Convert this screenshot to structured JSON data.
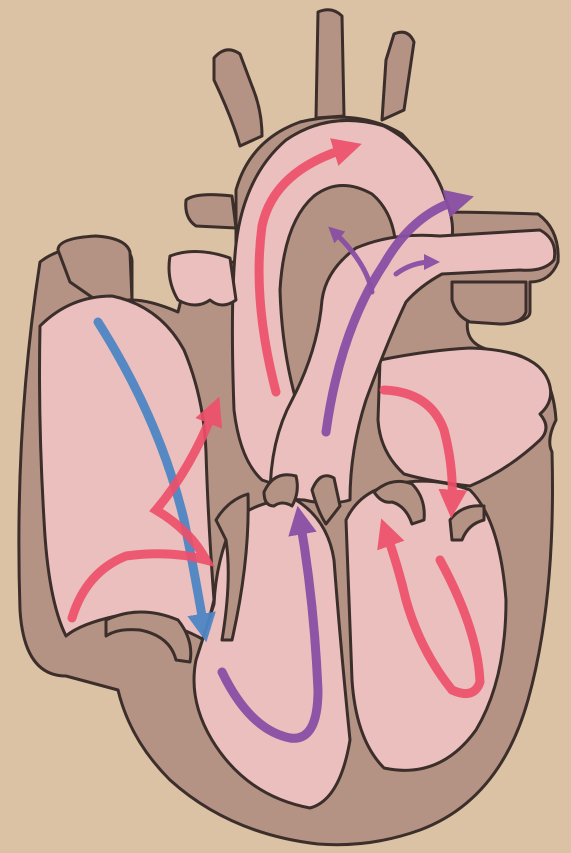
{
  "diagram": {
    "colors": {
      "background": "#dcc2a4",
      "heart_wall": "#b49384",
      "chamber": "#eabfbd",
      "outline": "#3b2e2b",
      "oxygenated_flow": "#ef4f6a",
      "deoxygenated_flow": "#4f86c4",
      "mixed_flow": "#8a4fa4"
    },
    "flow_arrows": [
      {
        "id": "flow-vena-cava-to-right-atrium",
        "flow": "deoxygenated"
      },
      {
        "id": "flow-septal-defect-shunt",
        "flow": "oxygenated"
      },
      {
        "id": "flow-right-ventricle-to-pulmonary-artery",
        "flow": "mixed"
      },
      {
        "id": "flow-pulmonary-artery-branches",
        "flow": "mixed"
      },
      {
        "id": "flow-pulmonary-vein-to-left-atrium",
        "flow": "oxygenated"
      },
      {
        "id": "flow-left-ventricle-to-aorta",
        "flow": "oxygenated"
      }
    ]
  }
}
